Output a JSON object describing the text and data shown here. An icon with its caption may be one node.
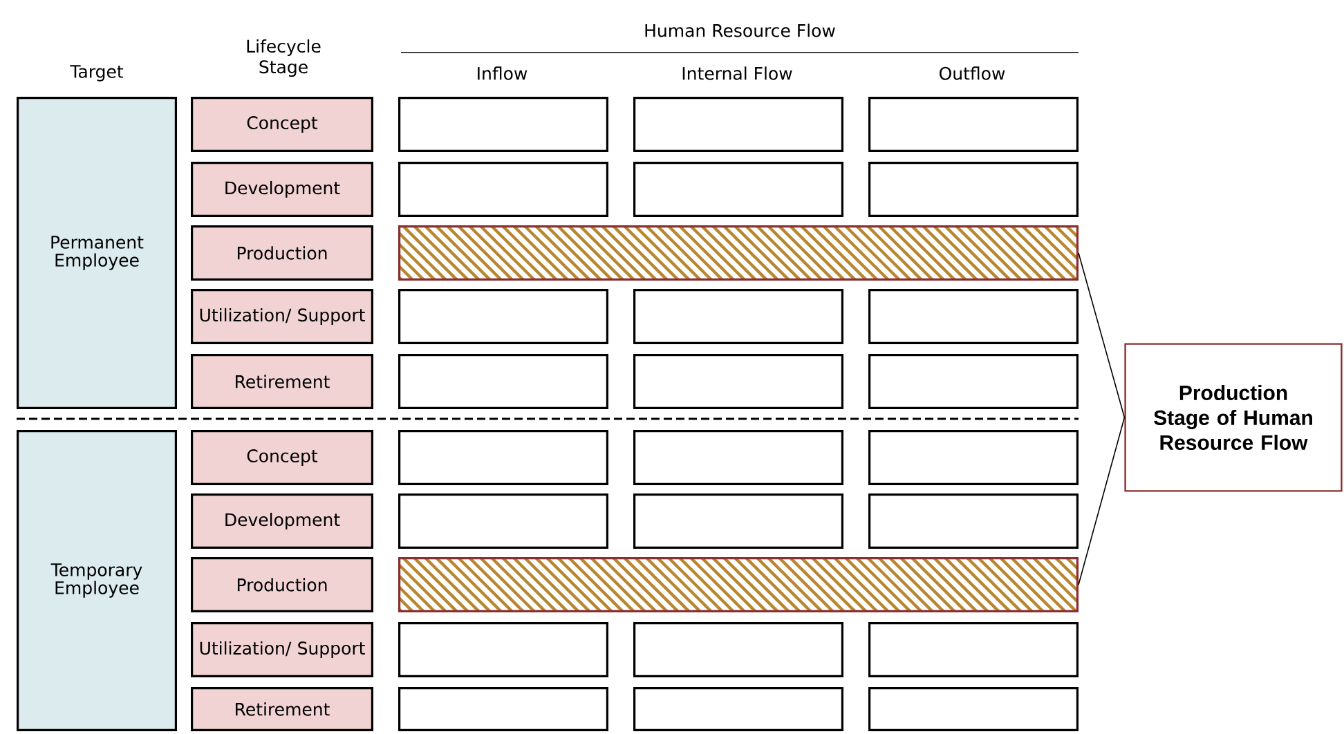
{
  "diagram": {
    "nodes": [
      {
        "text": [
          "Permanent Employee"
        ]
      },
      {
        "text": [
          "Concept"
        ]
      },
      {
        "text": [],
        "shape": "box"
      },
      {
        "text": [],
        "shape": "box"
      },
      {
        "text": [],
        "shape": "box"
      },
      {
        "text": [
          "Development"
        ]
      },
      {
        "text": [],
        "shape": "box"
      },
      {
        "text": [],
        "shape": "box"
      },
      {
        "text": [],
        "shape": "box"
      },
      {
        "text": [
          "Production"
        ]
      },
      {
        "text": [],
        "shape": "bar"
      },
      {
        "text": [
          "Utilization/ Support"
        ]
      },
      {
        "text": [],
        "shape": "box"
      },
      {
        "text": [],
        "shape": "box"
      },
      {
        "text": [],
        "shape": "box"
      },
      {
        "text": [
          "Retirement"
        ]
      },
      {
        "text": [],
        "shape": "box"
      },
      {
        "text": [],
        "shape": "box"
      },
      {
        "text": [],
        "shape": "box"
      },
      {
        "text": [
          "Temporary Employee"
        ]
      },
      {
        "text": [
          "Concept"
        ]
      },
      {
        "text": [],
        "shape": "box"
      },
      {
        "text": [],
        "shape": "box"
      },
      {
        "text": [],
        "shape": "box"
      },
      {
        "text": [
          "Development"
        ]
      },
      {
        "text": [],
        "shape": "box"
      },
      {
        "text": [],
        "shape": "box"
      },
      {
        "text": [],
        "shape": "box"
      },
      {
        "text": [
          "Production"
        ]
      },
      {
        "text": [],
        "shape": "bar"
      },
      {
        "text": [
          "Utilization/ Support"
        ]
      },
      {
        "text": [],
        "shape": "box"
      },
      {
        "text": [],
        "shape": "box"
      },
      {
        "text": [],
        "shape": "box"
      },
      {
        "text": [
          "Retirement"
        ]
      },
      {
        "text": [],
        "shape": "box"
      },
      {
        "text": [],
        "shape": "box"
      },
      {
        "text": [],
        "shape": "box"
      },
      {
        "text": [
          "Production Stage of Human Resource Flow"
        ]
      }
    ],
    "edges": [
      {
        "from": 38,
        "to": 10,
        "arrow": "none"
      },
      {
        "from": 38,
        "to": 29,
        "arrow": "none"
      }
    ],
    "labels": [
      "Target",
      "Lifecycle Stage",
      "Human Resource Flow",
      "Inflow",
      "Internal Flow",
      "Outflow"
    ]
  }
}
